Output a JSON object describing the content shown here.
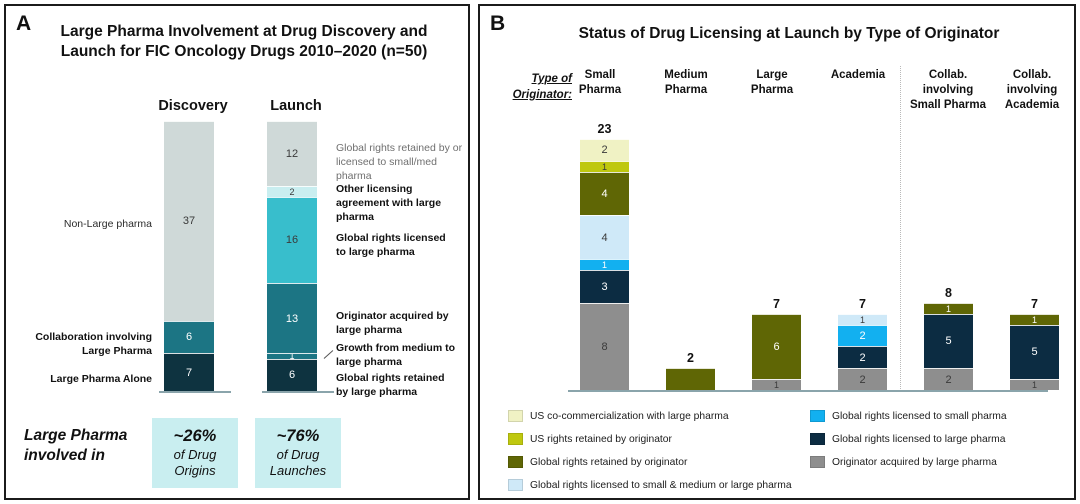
{
  "panelA": {
    "letter": "A",
    "title": "Large Pharma Involvement at Drug Discovery and Launch for FIC Oncology Drugs 2010–2020 (n=50)",
    "columns": [
      {
        "label": "Discovery"
      },
      {
        "label": "Launch"
      }
    ],
    "left_labels": [
      {
        "text": "Non-Large pharma",
        "bold": false
      },
      {
        "text": "Collaboration involving Large Pharma",
        "bold": true
      },
      {
        "text": "Large Pharma Alone",
        "bold": true
      }
    ],
    "right_labels": [
      {
        "text": "Global rights retained by or licensed to small/med pharma",
        "style": "grey"
      },
      {
        "text": "Other licensing agreement with large pharma",
        "style": "bold"
      },
      {
        "text": "Global rights licensed to large pharma",
        "style": "bold"
      },
      {
        "text": "Originator acquired by large pharma",
        "style": "bold"
      },
      {
        "text": "Growth from medium to large pharma",
        "style": "bold"
      },
      {
        "text": "Global rights retained by large pharma",
        "style": "bold"
      }
    ],
    "summary_lead": "Large Pharma involved in",
    "summaries": [
      {
        "pct": "~26%",
        "line1": "of Drug",
        "line2": "Origins"
      },
      {
        "pct": "~76%",
        "line1": "of Drug",
        "line2": "Launches"
      }
    ]
  },
  "panelB": {
    "letter": "B",
    "title": "Status of Drug Licensing at Launch by Type of Originator",
    "type_label_line1": "Type of",
    "type_label_line2": "Originator:",
    "columns": [
      {
        "label": "Small\nPharma"
      },
      {
        "label": "Medium\nPharma"
      },
      {
        "label": "Large\nPharma"
      },
      {
        "label": "Academia"
      },
      {
        "label": "Collab.\ninvolving\nSmall Pharma"
      },
      {
        "label": "Collab.\ninvolving\nAcademia"
      }
    ],
    "legend": [
      {
        "label": "US co-commercialization with large pharma",
        "color": "#f0f2c4"
      },
      {
        "label": "US rights retained by originator",
        "color": "#bfc80f"
      },
      {
        "label": "Global rights retained by originator",
        "color": "#5f6605"
      },
      {
        "label": "Global rights licensed to small & medium or large pharma",
        "color": "#cfe9f8"
      },
      {
        "label": "Global rights licensed to small pharma",
        "color": "#12b0f0"
      },
      {
        "label": "Global rights licensed to large pharma",
        "color": "#0c2c42"
      },
      {
        "label": "Originator acquired by large pharma",
        "color": "#8e8e8e"
      }
    ]
  },
  "colors": {
    "a_nonlarge": "#cfd9d8",
    "a_paleteal": "#c9eef0",
    "a_cyan": "#38becc",
    "a_teal": "#1c7584",
    "a_navy": "#0e3340",
    "b_paleyellow": "#f0f2c4",
    "b_yellowgreen": "#bfc80f",
    "b_olive": "#5f6605",
    "b_lightblue": "#cfe9f8",
    "b_brightblue": "#12b0f0",
    "b_navy": "#0c2c42",
    "b_grey": "#8e8e8e",
    "summary_box": "#c9eef0"
  },
  "chart_data": [
    {
      "type": "bar",
      "id": "panelA-stacked",
      "title": "Large Pharma Involvement at Drug Discovery and Launch for FIC Oncology Drugs 2010–2020 (n=50)",
      "stacked": true,
      "categories": [
        "Discovery",
        "Launch"
      ],
      "ylim": [
        0,
        50
      ],
      "ylabel": "",
      "xlabel": "",
      "grid": false,
      "legend_position": "right",
      "bars": [
        {
          "category": "Discovery",
          "total": 50,
          "segments": [
            {
              "label": "Non-Large pharma",
              "value": 37,
              "color": "#cfd9d8",
              "text": "37"
            },
            {
              "label": "Collaboration involving Large Pharma",
              "value": 6,
              "color": "#1c7584",
              "text": "6"
            },
            {
              "label": "Large Pharma Alone",
              "value": 7,
              "color": "#0e3340",
              "text": "7"
            }
          ]
        },
        {
          "category": "Launch",
          "total": 50,
          "segments": [
            {
              "label": "Global rights retained by or licensed to small/med pharma",
              "value": 12,
              "color": "#cfd9d8",
              "text": "12"
            },
            {
              "label": "Other licensing agreement with large pharma",
              "value": 2,
              "color": "#c9eef0",
              "text": "2"
            },
            {
              "label": "Global rights licensed to large pharma",
              "value": 16,
              "color": "#38becc",
              "text": "16"
            },
            {
              "label": "Originator acquired by large pharma",
              "value": 13,
              "color": "#1c7584",
              "text": "13"
            },
            {
              "label": "Growth from medium to large pharma",
              "value": 1,
              "color": "#1c7584",
              "text": "1"
            },
            {
              "label": "Global rights retained by large pharma",
              "value": 6,
              "color": "#0e3340",
              "text": "6"
            }
          ]
        }
      ],
      "summary_annotations": [
        {
          "category": "Discovery",
          "pct": "~26%",
          "text": "of Drug Origins"
        },
        {
          "category": "Launch",
          "pct": "~76%",
          "text": "of Drug Launches"
        }
      ]
    },
    {
      "type": "bar",
      "id": "panelB-stacked",
      "title": "Status of Drug Licensing at Launch by Type of Originator",
      "stacked": true,
      "categories": [
        "Small Pharma",
        "Medium Pharma",
        "Large Pharma",
        "Academia",
        "Collab. involving Small Pharma",
        "Collab. involving Academia"
      ],
      "totals": [
        23,
        2,
        7,
        7,
        8,
        7
      ],
      "ylim": [
        0,
        23
      ],
      "ylabel": "",
      "xlabel": "Type of Originator:",
      "grid": false,
      "legend_position": "bottom",
      "series": [
        {
          "name": "US co-commercialization with large pharma",
          "color": "#f0f2c4",
          "values": [
            2,
            0,
            0,
            0,
            0,
            0
          ]
        },
        {
          "name": "US rights retained by originator",
          "color": "#bfc80f",
          "values": [
            1,
            0,
            0,
            0,
            0,
            0
          ]
        },
        {
          "name": "Global rights retained by originator",
          "color": "#5f6605",
          "values": [
            4,
            2,
            6,
            0,
            1,
            1
          ]
        },
        {
          "name": "Global rights licensed to small & medium or large pharma",
          "color": "#cfe9f8",
          "values": [
            4,
            0,
            0,
            1,
            0,
            0
          ]
        },
        {
          "name": "Global rights licensed to small pharma",
          "color": "#12b0f0",
          "values": [
            1,
            0,
            0,
            2,
            0,
            0
          ]
        },
        {
          "name": "Global rights licensed to large pharma",
          "color": "#0c2c42",
          "values": [
            3,
            0,
            0,
            2,
            5,
            5
          ]
        },
        {
          "name": "Originator acquired by large pharma",
          "color": "#8e8e8e",
          "values": [
            8,
            0,
            1,
            2,
            2,
            1
          ]
        }
      ],
      "bars": [
        {
          "category": "Small Pharma",
          "total": 23,
          "total_text": "23",
          "segments": [
            {
              "value": 2,
              "color": "#f0f2c4",
              "text": "2"
            },
            {
              "value": 1,
              "color": "#bfc80f",
              "text": "1"
            },
            {
              "value": 4,
              "color": "#5f6605",
              "text": "4"
            },
            {
              "value": 4,
              "color": "#cfe9f8",
              "text": "4"
            },
            {
              "value": 1,
              "color": "#12b0f0",
              "text": "1"
            },
            {
              "value": 3,
              "color": "#0c2c42",
              "text": "3"
            },
            {
              "value": 8,
              "color": "#8e8e8e",
              "text": "8"
            }
          ]
        },
        {
          "category": "Medium Pharma",
          "total": 2,
          "total_text": "2",
          "segments": [
            {
              "value": 2,
              "color": "#5f6605",
              "text": ""
            }
          ]
        },
        {
          "category": "Large Pharma",
          "total": 7,
          "total_text": "7",
          "segments": [
            {
              "value": 6,
              "color": "#5f6605",
              "text": "6"
            },
            {
              "value": 1,
              "color": "#8e8e8e",
              "text": "1"
            }
          ]
        },
        {
          "category": "Academia",
          "total": 7,
          "total_text": "7",
          "segments": [
            {
              "value": 1,
              "color": "#cfe9f8",
              "text": "1"
            },
            {
              "value": 2,
              "color": "#12b0f0",
              "text": "2"
            },
            {
              "value": 2,
              "color": "#0c2c42",
              "text": "2"
            },
            {
              "value": 2,
              "color": "#8e8e8e",
              "text": "2"
            }
          ]
        },
        {
          "category": "Collab. involving Small Pharma",
          "total": 8,
          "total_text": "8",
          "segments": [
            {
              "value": 1,
              "color": "#5f6605",
              "text": "1"
            },
            {
              "value": 5,
              "color": "#0c2c42",
              "text": "5"
            },
            {
              "value": 2,
              "color": "#8e8e8e",
              "text": "2"
            }
          ]
        },
        {
          "category": "Collab. involving Academia",
          "total": 7,
          "total_text": "7",
          "segments": [
            {
              "value": 1,
              "color": "#5f6605",
              "text": "1"
            },
            {
              "value": 5,
              "color": "#0c2c42",
              "text": "5"
            },
            {
              "value": 1,
              "color": "#8e8e8e",
              "text": "1"
            }
          ]
        }
      ]
    }
  ]
}
